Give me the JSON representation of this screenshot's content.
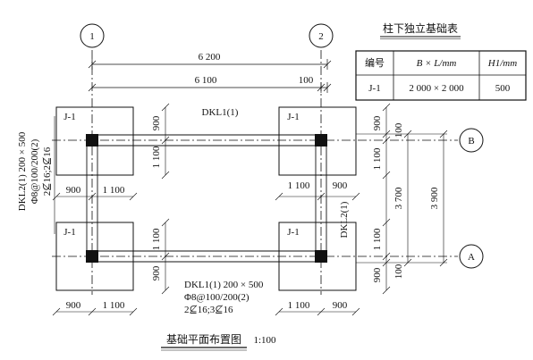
{
  "axes": {
    "col_1": "1",
    "col_2": "2",
    "row_a": "A",
    "row_b": "B"
  },
  "table": {
    "title": "柱下独立基础表",
    "headers": [
      "编号",
      "B × L/mm",
      "H1/mm"
    ],
    "row": [
      "J-1",
      "2 000 × 2 000",
      "500"
    ]
  },
  "dims": {
    "top_total": "6 200",
    "top_inner": "6 100",
    "top_offset": "100",
    "f_900": "900",
    "f_1100": "1 100",
    "right_3700": "3 700",
    "right_3900": "3 900",
    "right_100": "100"
  },
  "footing_label": "J-1",
  "beams": {
    "dkl1_top": "DKL1(1)",
    "dkl1_bottom": [
      "DKL1(1) 200 × 500",
      "Φ8@100/200(2)",
      "2⊈16;3⊈16"
    ],
    "dkl2_left": [
      "DKL2(1) 200 × 500",
      "Φ8@100/200(2)",
      "2⊈16;2⊈16"
    ],
    "dkl2_right": "DKL2(1)"
  },
  "caption": {
    "title": "基础平面布置图",
    "scale": "1:100"
  }
}
